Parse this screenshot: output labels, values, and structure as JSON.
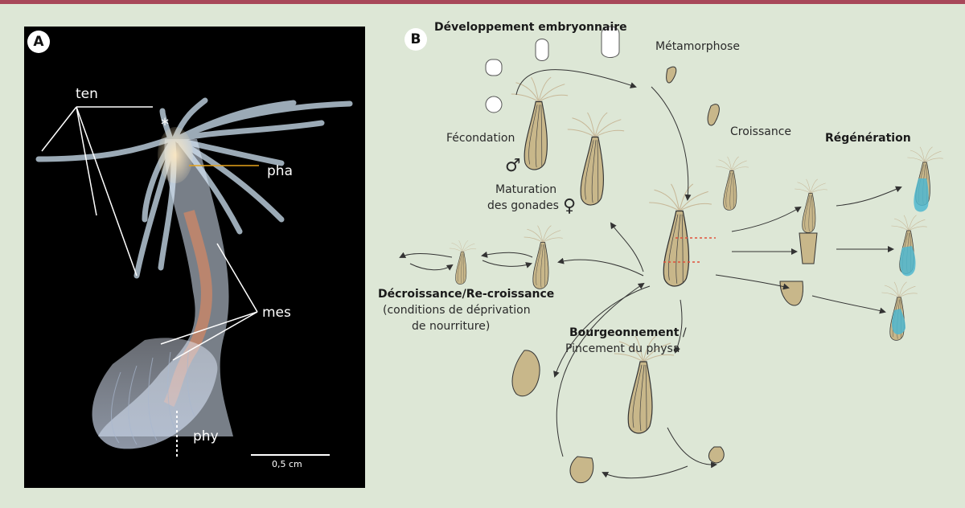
{
  "panel_a": {
    "badge": "A",
    "labels": {
      "ten": "ten",
      "pha": "pha",
      "mes": "mes",
      "phy": "phy",
      "asterisk": "*"
    },
    "scale_bar": "0,5 cm"
  },
  "panel_b": {
    "badge": "B",
    "labels": {
      "developpement": "Développement embryonnaire",
      "metamorphose": "Métamorphose",
      "fecondation": "Fécondation",
      "croissance": "Croissance",
      "regeneration": "Régénération",
      "maturation_line1": "Maturation",
      "maturation_line2": "des gonades",
      "male_symbol": "♂",
      "female_symbol": "♀",
      "decroissance": "Décroissance/Re-croissance",
      "decroissance_sub1": "(conditions de déprivation",
      "decroissance_sub2": "de nourriture)",
      "bourgeonnement": "Bourgeonnement",
      "bourgeonnement_sep": " /",
      "pincement": "Pincement du physa"
    }
  },
  "colors": {
    "background": "#dde7d6",
    "top_bar": "#a8485a",
    "body_fill": "#c8b78a",
    "gonad": "#d3a07a",
    "regen_blue": "#4fb7cf",
    "cut_line": "#e0503a",
    "arrow_gold": "#e6a21a"
  }
}
